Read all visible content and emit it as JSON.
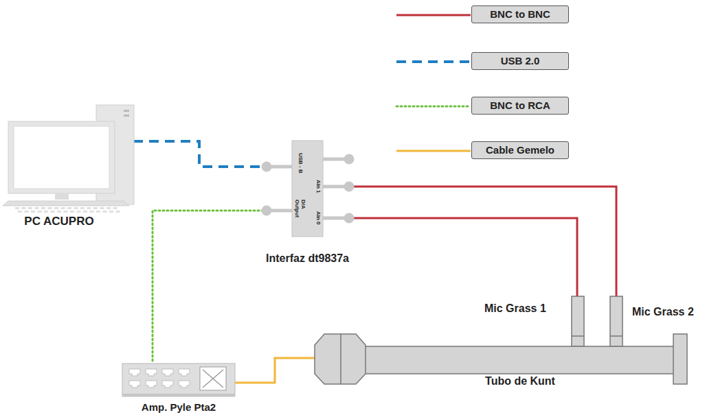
{
  "diagram": {
    "nodes": [
      {
        "text": [
          "PC ACUPRO"
        ]
      },
      {
        "text": [
          "USB - B",
          "D/A Output",
          "Ain 1",
          "Ain 0",
          "Interfaz dt9837a"
        ]
      },
      {
        "text": [
          "Amp. Pyle Pta2"
        ]
      },
      {
        "text": [
          "Mic Grass 1"
        ]
      },
      {
        "text": [
          "Mic Grass 2"
        ]
      },
      {
        "text": [
          "Tubo de Kunt"
        ]
      }
    ],
    "edges": [
      {
        "from": 0,
        "to": 1,
        "arrow": "none"
      },
      {
        "from": 1,
        "to": 2,
        "arrow": "none"
      },
      {
        "from": 2,
        "to": 5,
        "arrow": "none"
      },
      {
        "from": 1,
        "to": 3,
        "arrow": "none"
      },
      {
        "from": 1,
        "to": 4,
        "arrow": "none"
      }
    ],
    "legend": [
      {
        "text": "BNC to BNC"
      },
      {
        "text": "USB 2.0"
      },
      {
        "text": "BNC to RCA"
      },
      {
        "text": "Cable Gemelo"
      }
    ]
  }
}
